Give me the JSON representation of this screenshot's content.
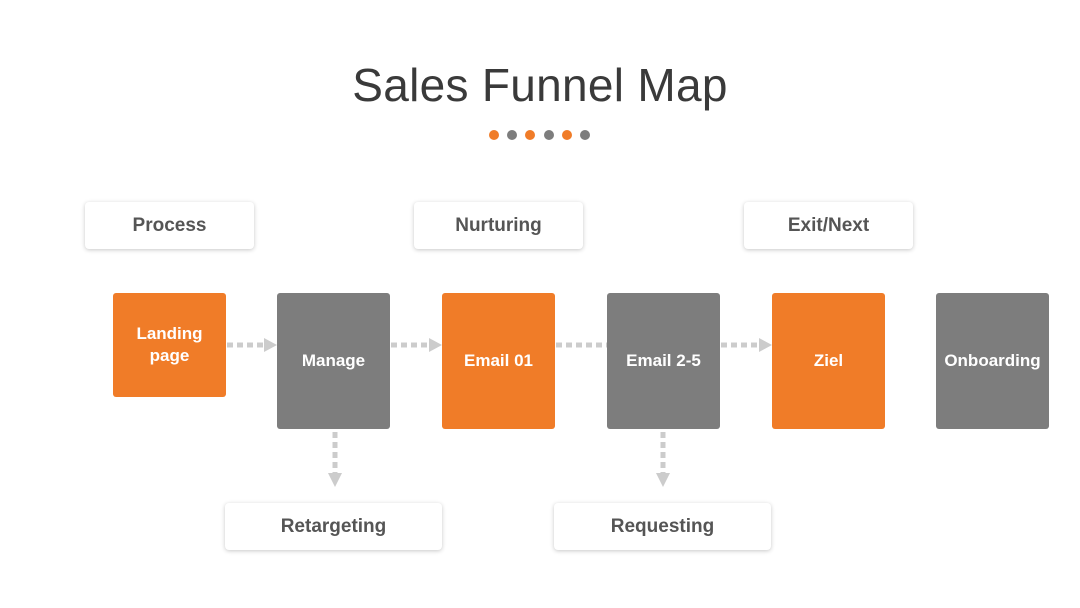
{
  "title": "Sales Funnel Map",
  "colors": {
    "orange": "#f07c28",
    "gray": "#7d7d7d",
    "connector": "#cccccc",
    "title": "#3a3a3a",
    "label_text": "#555555"
  },
  "indicator_dots": [
    "orange",
    "gray",
    "orange",
    "gray",
    "orange",
    "gray"
  ],
  "stage_labels": {
    "process": "Process",
    "nurturing": "Nurturing",
    "exit_next": "Exit/Next"
  },
  "steps": {
    "landing_page": "Landing page",
    "manage": "Manage",
    "email_01": "Email 01",
    "email_2_5": "Email 2-5",
    "ziel": "Ziel",
    "onboarding": "Onboarding"
  },
  "branch_labels": {
    "retargeting": "Retargeting",
    "requesting": "Requesting"
  }
}
